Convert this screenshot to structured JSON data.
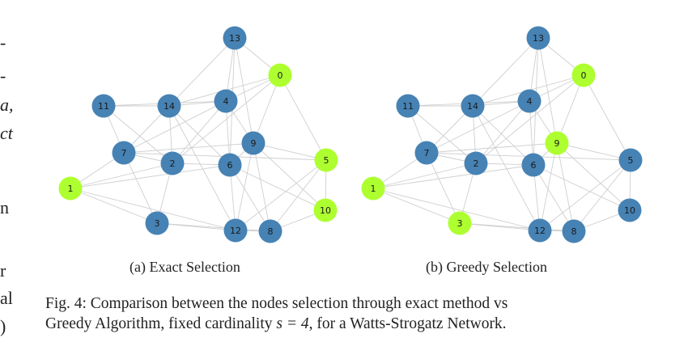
{
  "left_margin_fragments": [
    "-",
    "-",
    "a,",
    "ct",
    "n",
    "r",
    "al",
    ")"
  ],
  "colors": {
    "selected": "#adff2f",
    "unselected": "#4682b4"
  },
  "graphs": [
    {
      "subcaption": "(a) Exact Selection",
      "nodes": [
        {
          "label": "13",
          "selected": false
        },
        {
          "label": "0",
          "selected": true
        },
        {
          "label": "11",
          "selected": false
        },
        {
          "label": "14",
          "selected": false
        },
        {
          "label": "4",
          "selected": false
        },
        {
          "label": "9",
          "selected": false
        },
        {
          "label": "7",
          "selected": false
        },
        {
          "label": "2",
          "selected": false
        },
        {
          "label": "6",
          "selected": false
        },
        {
          "label": "5",
          "selected": true
        },
        {
          "label": "1",
          "selected": true
        },
        {
          "label": "10",
          "selected": true
        },
        {
          "label": "3",
          "selected": false
        },
        {
          "label": "12",
          "selected": false
        },
        {
          "label": "8",
          "selected": false
        }
      ]
    },
    {
      "subcaption": "(b) Greedy Selection",
      "nodes": [
        {
          "label": "13",
          "selected": false
        },
        {
          "label": "0",
          "selected": true
        },
        {
          "label": "11",
          "selected": false
        },
        {
          "label": "14",
          "selected": false
        },
        {
          "label": "4",
          "selected": false
        },
        {
          "label": "9",
          "selected": true
        },
        {
          "label": "7",
          "selected": false
        },
        {
          "label": "2",
          "selected": false
        },
        {
          "label": "6",
          "selected": false
        },
        {
          "label": "5",
          "selected": false
        },
        {
          "label": "1",
          "selected": true
        },
        {
          "label": "10",
          "selected": false
        },
        {
          "label": "3",
          "selected": true
        },
        {
          "label": "12",
          "selected": false
        },
        {
          "label": "8",
          "selected": false
        }
      ]
    }
  ],
  "edges": [
    [
      "13",
      "0"
    ],
    [
      "13",
      "4"
    ],
    [
      "13",
      "14"
    ],
    [
      "13",
      "9"
    ],
    [
      "13",
      "6"
    ],
    [
      "0",
      "4"
    ],
    [
      "0",
      "14"
    ],
    [
      "0",
      "9"
    ],
    [
      "0",
      "5"
    ],
    [
      "0",
      "2"
    ],
    [
      "11",
      "14"
    ],
    [
      "11",
      "7"
    ],
    [
      "11",
      "4"
    ],
    [
      "11",
      "2"
    ],
    [
      "14",
      "4"
    ],
    [
      "14",
      "7"
    ],
    [
      "14",
      "2"
    ],
    [
      "14",
      "6"
    ],
    [
      "14",
      "12"
    ],
    [
      "4",
      "9"
    ],
    [
      "4",
      "6"
    ],
    [
      "4",
      "7"
    ],
    [
      "4",
      "2"
    ],
    [
      "9",
      "6"
    ],
    [
      "9",
      "5"
    ],
    [
      "9",
      "10"
    ],
    [
      "9",
      "8"
    ],
    [
      "9",
      "7"
    ],
    [
      "7",
      "2"
    ],
    [
      "7",
      "1"
    ],
    [
      "7",
      "3"
    ],
    [
      "7",
      "5"
    ],
    [
      "2",
      "1"
    ],
    [
      "2",
      "3"
    ],
    [
      "2",
      "6"
    ],
    [
      "6",
      "12"
    ],
    [
      "6",
      "8"
    ],
    [
      "6",
      "1"
    ],
    [
      "5",
      "10"
    ],
    [
      "5",
      "8"
    ],
    [
      "5",
      "12"
    ],
    [
      "1",
      "3"
    ],
    [
      "1",
      "12"
    ],
    [
      "10",
      "8"
    ],
    [
      "10",
      "6"
    ],
    [
      "3",
      "12"
    ],
    [
      "3",
      "8"
    ],
    [
      "12",
      "8"
    ],
    [
      "12",
      "9"
    ]
  ],
  "caption": {
    "line1": "Fig. 4: Comparison between the nodes selection through exact method vs",
    "line2_before_math": "Greedy Algorithm, fixed cardinality ",
    "math": "s = 4",
    "line2_after_math": ", for a Watts-Strogatz Network."
  }
}
